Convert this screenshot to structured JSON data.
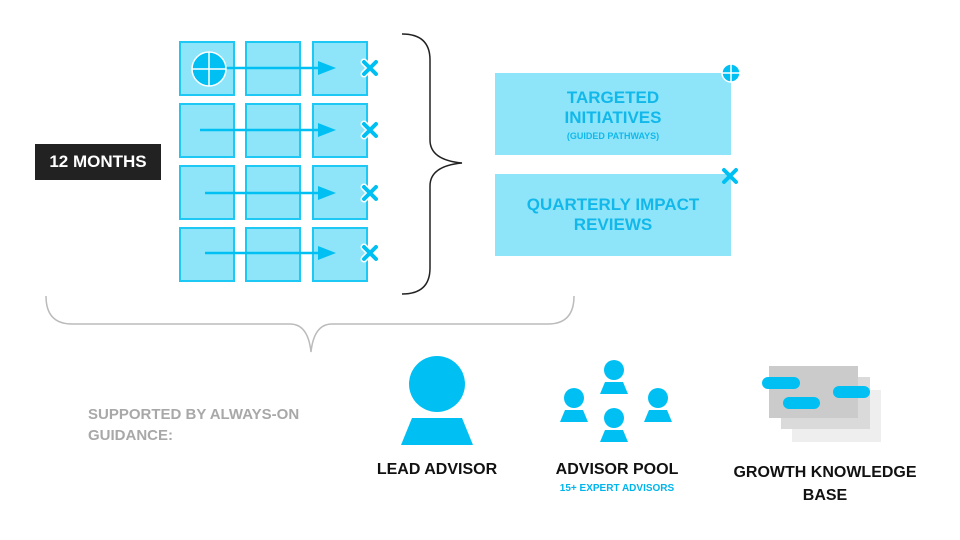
{
  "timeline": {
    "label": "12 MONTHS"
  },
  "boxes": [
    {
      "title": "TARGETED INITIATIVES",
      "subtitle": "(GUIDED PATHWAYS)"
    },
    {
      "title": "QUARTERLY IMPACT REVIEWS"
    }
  ],
  "support": {
    "label": "SUPPORTED BY ALWAYS-ON GUIDANCE:"
  },
  "resources": [
    {
      "label": "LEAD ADVISOR"
    },
    {
      "label": "ADVISOR POOL",
      "sublabel": "15+ EXPERT ADVISORS"
    },
    {
      "label": "GROWTH KNOWLEDGE BASE"
    }
  ],
  "colors": {
    "accent": "#00c0f3",
    "light": "#8ee5fa",
    "dark": "#222222",
    "muted": "#a8a8a8"
  }
}
